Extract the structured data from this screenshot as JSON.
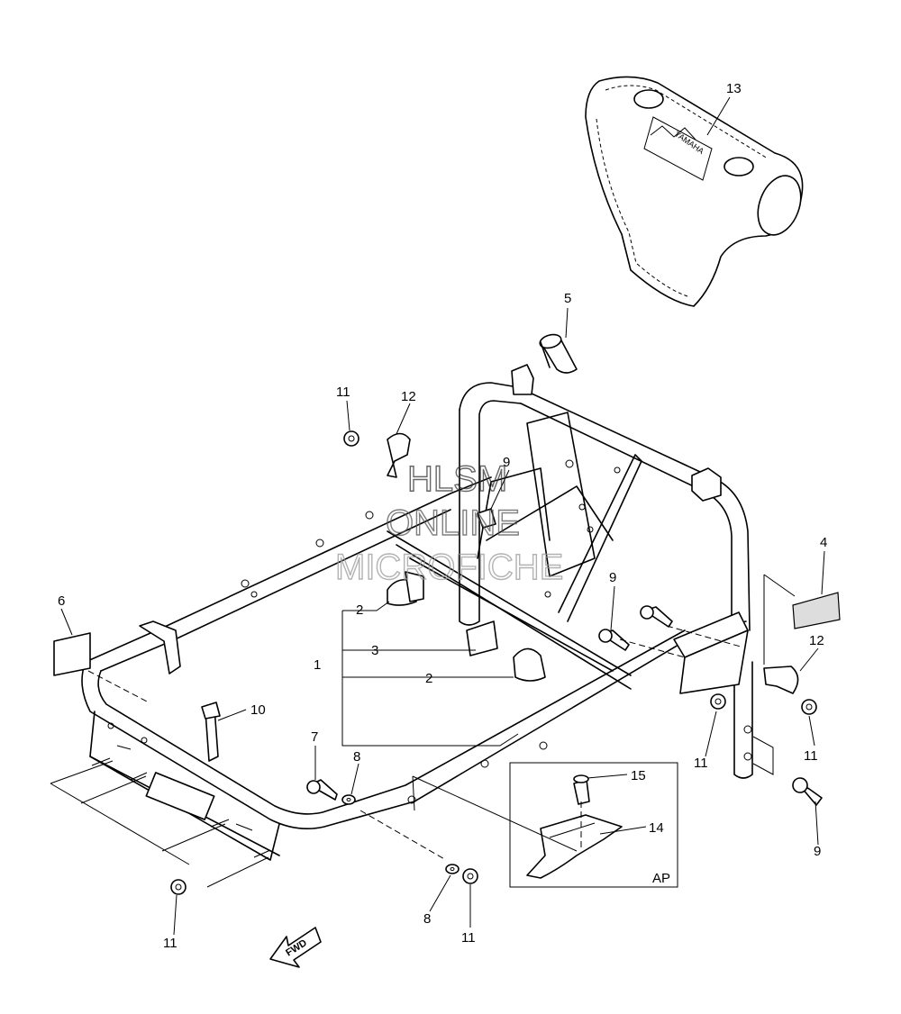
{
  "watermark": {
    "line1": "HLSM",
    "line2": "ONLINE",
    "line3": "MICROFICHE"
  },
  "callouts": {
    "c1": "1",
    "c2a": "2",
    "c2b": "2",
    "c3": "3",
    "c4": "4",
    "c5": "5",
    "c6": "6",
    "c7": "7",
    "c8a": "8",
    "c8b": "8",
    "c9a": "9",
    "c9b": "9",
    "c9c": "9",
    "c10": "10",
    "c11a": "11",
    "c11b": "11",
    "c11c": "11",
    "c11d": "11",
    "c11e": "11",
    "c12a": "12",
    "c12b": "12",
    "c13": "13",
    "c14": "14",
    "c15": "15"
  },
  "inset_label": "AP",
  "fwd_label": "FWD",
  "cover_brand": "YAMAHA",
  "colors": {
    "ink": "#000000",
    "paper": "#ffffff",
    "watermark": "#444444"
  }
}
